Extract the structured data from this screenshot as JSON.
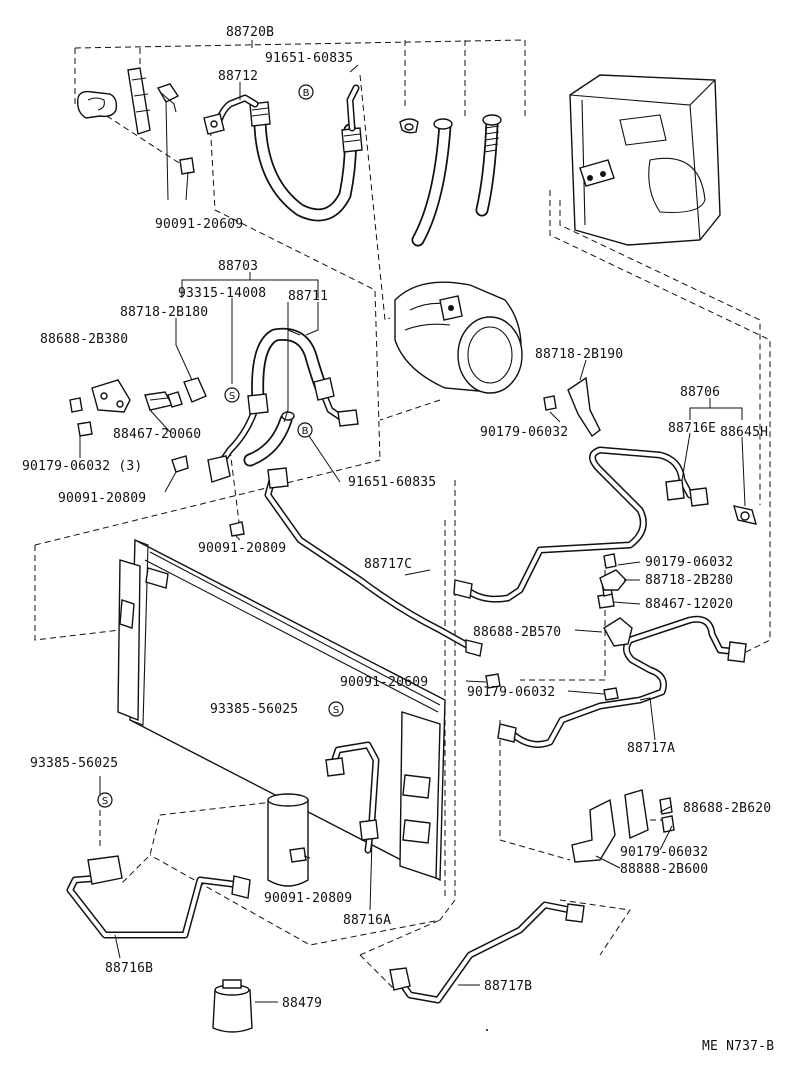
{
  "diagram": {
    "labels": {
      "p88720B": "88720B",
      "p91651_60835_top": "91651-60835",
      "p88712": "88712",
      "p90091_20609_top": "90091-20609",
      "p88703": "88703",
      "p93315_14008": "93315-14008",
      "p88711": "88711",
      "p88718_2B180": "88718-2B180",
      "p88688_2B380": "88688-2B380",
      "p88467_20060": "88467-20060",
      "p90179_06032_3": "90179-06032 (3)",
      "p90091_20809_a": "90091-20809",
      "p91651_60835_mid": "91651-60835",
      "p90091_20809_b": "90091-20809",
      "p88718_2B190": "88718-2B190",
      "p88706": "88706",
      "p90179_06032_r1": "90179-06032",
      "p88716E": "88716E",
      "p88645H": "88645H",
      "p88717C": "88717C",
      "p90179_06032_r2": "90179-06032",
      "p88718_2B280": "88718-2B280",
      "p88467_12020": "88467-12020",
      "p88688_2B570": "88688-2B570",
      "p90091_20609_mid": "90091-20609",
      "p90179_06032_r3": "90179-06032",
      "p88717A": "88717A",
      "p93385_56025_a": "93385-56025",
      "p93385_56025_b": "93385-56025",
      "p88688_2B620": "88688-2B620",
      "p90179_06032_r4": "90179-06032",
      "p88888_2B600": "88888-2B600",
      "p90091_20809_c": "90091-20809",
      "p88716A": "88716A",
      "p88716B": "88716B",
      "p88479": "88479",
      "p88717B": "88717B",
      "figure_code": "ME N737-B"
    },
    "symbols": {
      "b_mark": "B",
      "s_mark": "S"
    }
  }
}
